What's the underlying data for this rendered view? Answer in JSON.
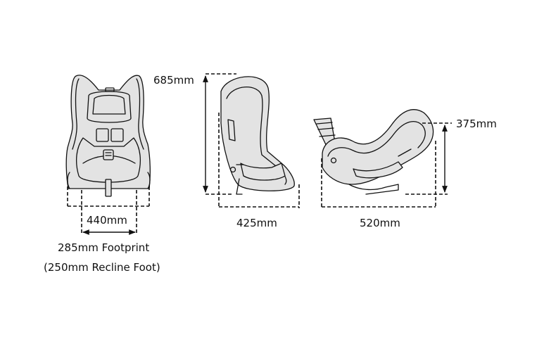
{
  "dimensions": {
    "height": "685mm",
    "width_front": "440mm",
    "footprint": "285mm Footprint",
    "recline_foot": "(250mm Recline Foot)",
    "depth_upright": "425mm",
    "depth_reclined": "520mm",
    "height_reclined": "375mm"
  },
  "colors": {
    "line": "#111111",
    "fill": "#e3e3e3",
    "background": "#ffffff"
  }
}
